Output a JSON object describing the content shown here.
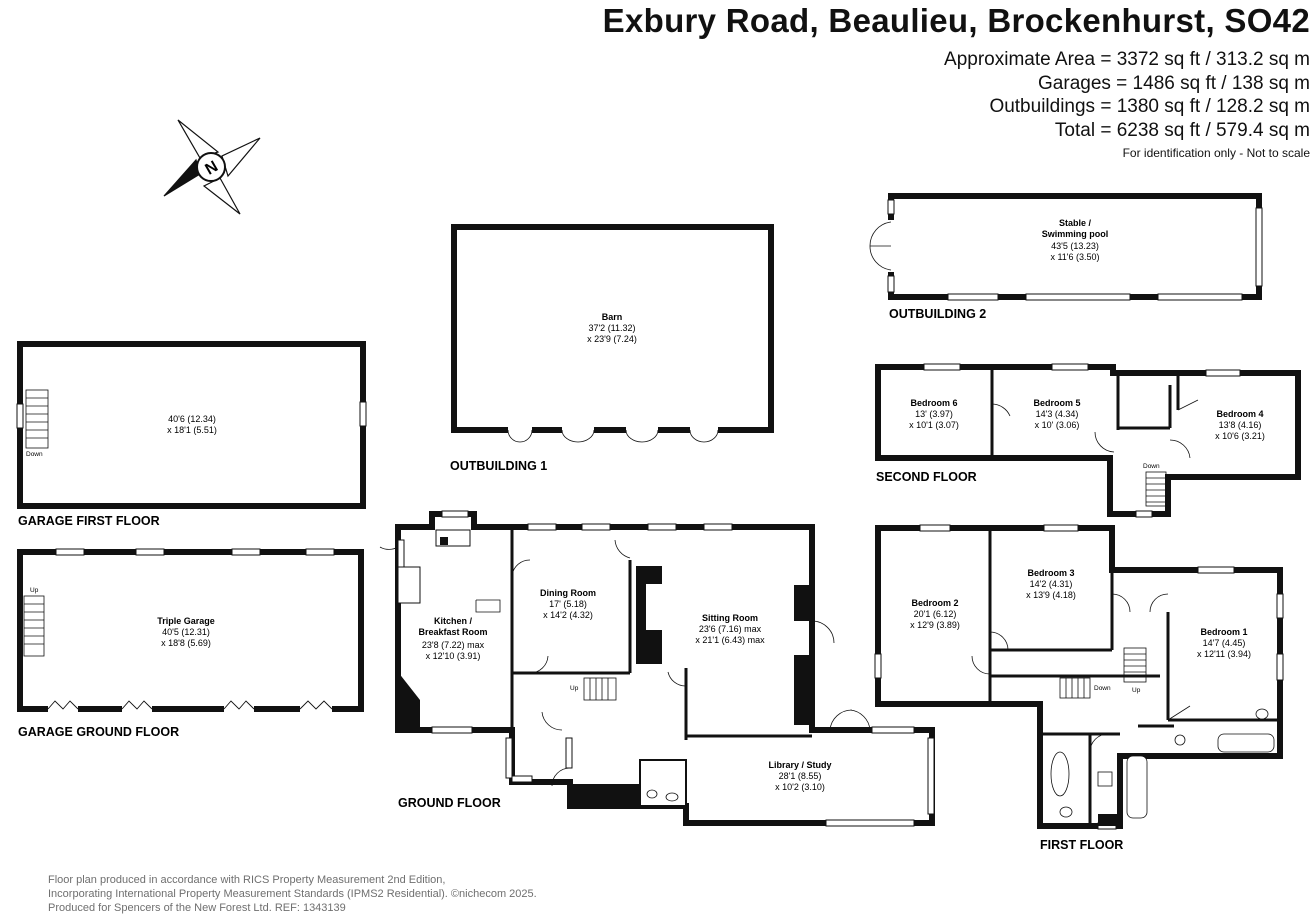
{
  "header": {
    "title": "Exbury Road, Beaulieu, Brockenhurst, SO42",
    "areas": [
      "Approximate Area = 3372 sq ft / 313.2 sq m",
      "Garages = 1486 sq ft / 138 sq m",
      "Outbuildings = 1380 sq ft / 128.2 sq m",
      "Total = 6238 sq ft / 579.4 sq m"
    ],
    "note": "For identification only - Not to scale"
  },
  "compass": {
    "label": "N"
  },
  "floors": {
    "garage_first": "GARAGE FIRST FLOOR",
    "garage_ground": "GARAGE GROUND FLOOR",
    "outbuilding1": "OUTBUILDING 1",
    "outbuilding2": "OUTBUILDING 2",
    "second": "SECOND FLOOR",
    "ground": "GROUND FLOOR",
    "first": "FIRST FLOOR"
  },
  "rooms": {
    "garage_first": {
      "dim1": "40'6 (12.34)",
      "dim2": "x 18'1 (5.51)"
    },
    "triple_garage": {
      "name": "Triple Garage",
      "dim1": "40'5 (12.31)",
      "dim2": "x 18'8 (5.69)"
    },
    "barn": {
      "name": "Barn",
      "dim1": "37'2 (11.32)",
      "dim2": "x 23'9 (7.24)"
    },
    "stable": {
      "name1": "Stable /",
      "name2": "Swimming pool",
      "dim1": "43'5 (13.23)",
      "dim2": "x 11'6 (3.50)"
    },
    "bedroom6": {
      "name": "Bedroom 6",
      "dim1": "13' (3.97)",
      "dim2": "x 10'1 (3.07)"
    },
    "bedroom5": {
      "name": "Bedroom 5",
      "dim1": "14'3 (4.34)",
      "dim2": "x 10' (3.06)"
    },
    "bedroom4": {
      "name": "Bedroom 4",
      "dim1": "13'8 (4.16)",
      "dim2": "x 10'6 (3.21)"
    },
    "kitchen": {
      "name1": "Kitchen /",
      "name2": "Breakfast Room",
      "dim1": "23'8 (7.22) max",
      "dim2": "x 12'10 (3.91)"
    },
    "dining": {
      "name": "Dining Room",
      "dim1": "17' (5.18)",
      "dim2": "x 14'2 (4.32)"
    },
    "sitting": {
      "name": "Sitting Room",
      "dim1": "23'6 (7.16) max",
      "dim2": "x 21'1 (6.43) max"
    },
    "library": {
      "name": "Library / Study",
      "dim1": "28'1 (8.55)",
      "dim2": "x 10'2 (3.10)"
    },
    "bedroom2": {
      "name": "Bedroom 2",
      "dim1": "20'1 (6.12)",
      "dim2": "x 12'9 (3.89)"
    },
    "bedroom3": {
      "name": "Bedroom 3",
      "dim1": "14'2 (4.31)",
      "dim2": "x 13'9 (4.18)"
    },
    "bedroom1": {
      "name": "Bedroom 1",
      "dim1": "14'7 (4.45)",
      "dim2": "x 12'11 (3.94)"
    }
  },
  "stair_labels": {
    "garage_first_down": "Down",
    "garage_ground_up": "Up",
    "ground_up": "Up",
    "second_down": "Down",
    "first_down": "Down",
    "first_up": "Up"
  },
  "footer": {
    "line1": "Floor plan produced in accordance with RICS Property Measurement 2nd Edition,",
    "line2": "Incorporating International Property Measurement Standards (IPMS2 Residential).  ©nichecom 2025.",
    "line3": "Produced for Spencers of the New Forest Ltd.   REF:  1343139"
  }
}
